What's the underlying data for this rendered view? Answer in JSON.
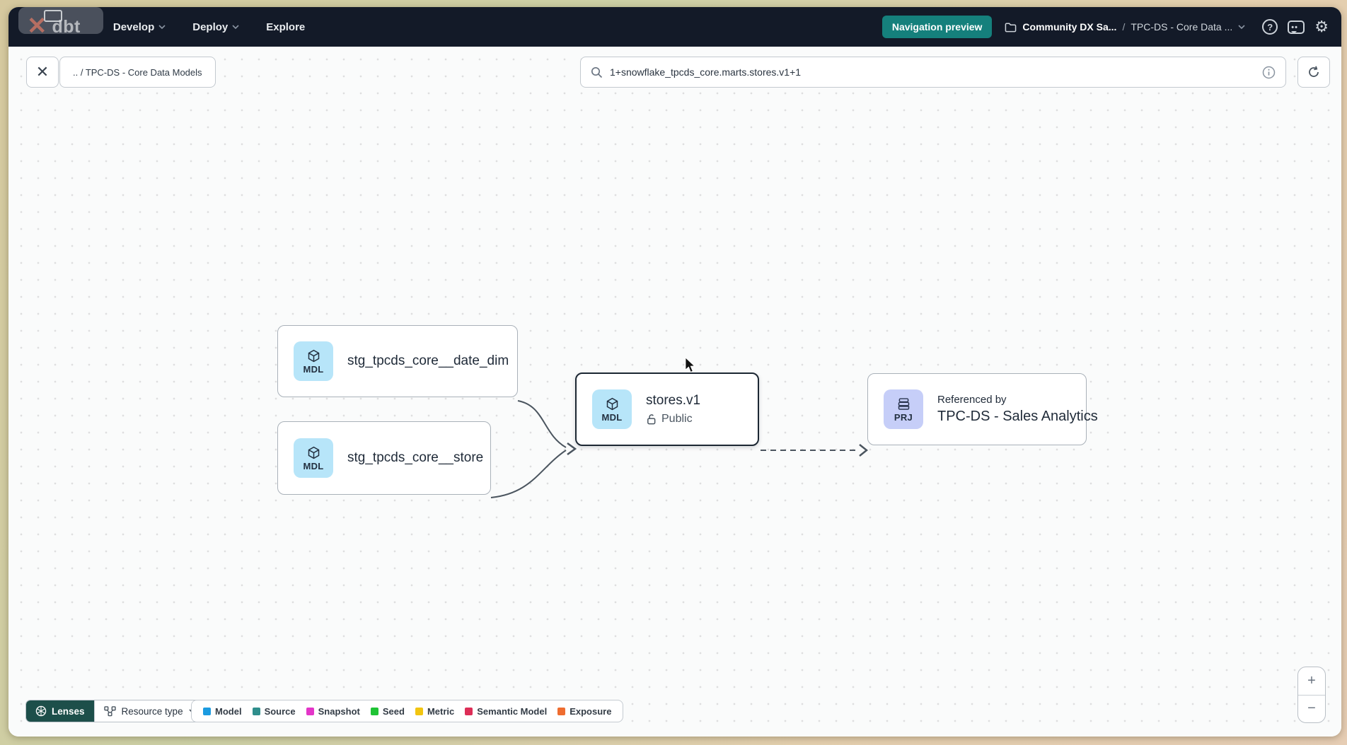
{
  "navbar": {
    "logo_text": "dbt",
    "logo_glyph": "✕",
    "menu_develop": "Develop",
    "menu_deploy": "Deploy",
    "menu_explore": "Explore",
    "nav_preview": "Navigation preview",
    "crumb_project": "Community DX Sa...",
    "crumb_sep": "/",
    "crumb_section": "TPC-DS - Core Data ...",
    "help_glyph": "?",
    "bubble_dots": "••",
    "settings_glyph": "⚙"
  },
  "toolbar": {
    "close_glyph": "✕",
    "path_chip": ".. / TPC-DS - Core Data Models",
    "search_value": "1+snowflake_tpcds_core.marts.stores.v1+1"
  },
  "graph": {
    "nodes": [
      {
        "badge": "MDL",
        "badge_bg": "#b7e5f9",
        "label": "stg_tpcds_core__date_dim"
      },
      {
        "badge": "MDL",
        "badge_bg": "#b7e5f9",
        "label": "stg_tpcds_core__store"
      },
      {
        "badge": "MDL",
        "badge_bg": "#b7e5f9",
        "label": "stores.v1",
        "access": "Public"
      },
      {
        "badge": "PRJ",
        "badge_bg": "#c6cef8",
        "kicker": "Referenced by",
        "label": "TPC-DS - Sales Analytics"
      }
    ]
  },
  "footer": {
    "lenses": "Lenses",
    "resource_type": "Resource type",
    "legend": [
      {
        "label": "Model",
        "color": "#1c9be0"
      },
      {
        "label": "Source",
        "color": "#2f8e8c"
      },
      {
        "label": "Snapshot",
        "color": "#e335c8"
      },
      {
        "label": "Seed",
        "color": "#1fc335"
      },
      {
        "label": "Metric",
        "color": "#f2c511"
      },
      {
        "label": "Semantic Model",
        "color": "#dd2e57"
      },
      {
        "label": "Exposure",
        "color": "#ef6d30"
      }
    ]
  },
  "zoom": {
    "in": "+",
    "out": "−"
  },
  "colors": {
    "accent_teal": "#15807c",
    "lenses_bg": "#1d4f4a",
    "navbar_bg": "#131a28",
    "selected_border": "#1c2733",
    "edge": "#4b555f"
  }
}
